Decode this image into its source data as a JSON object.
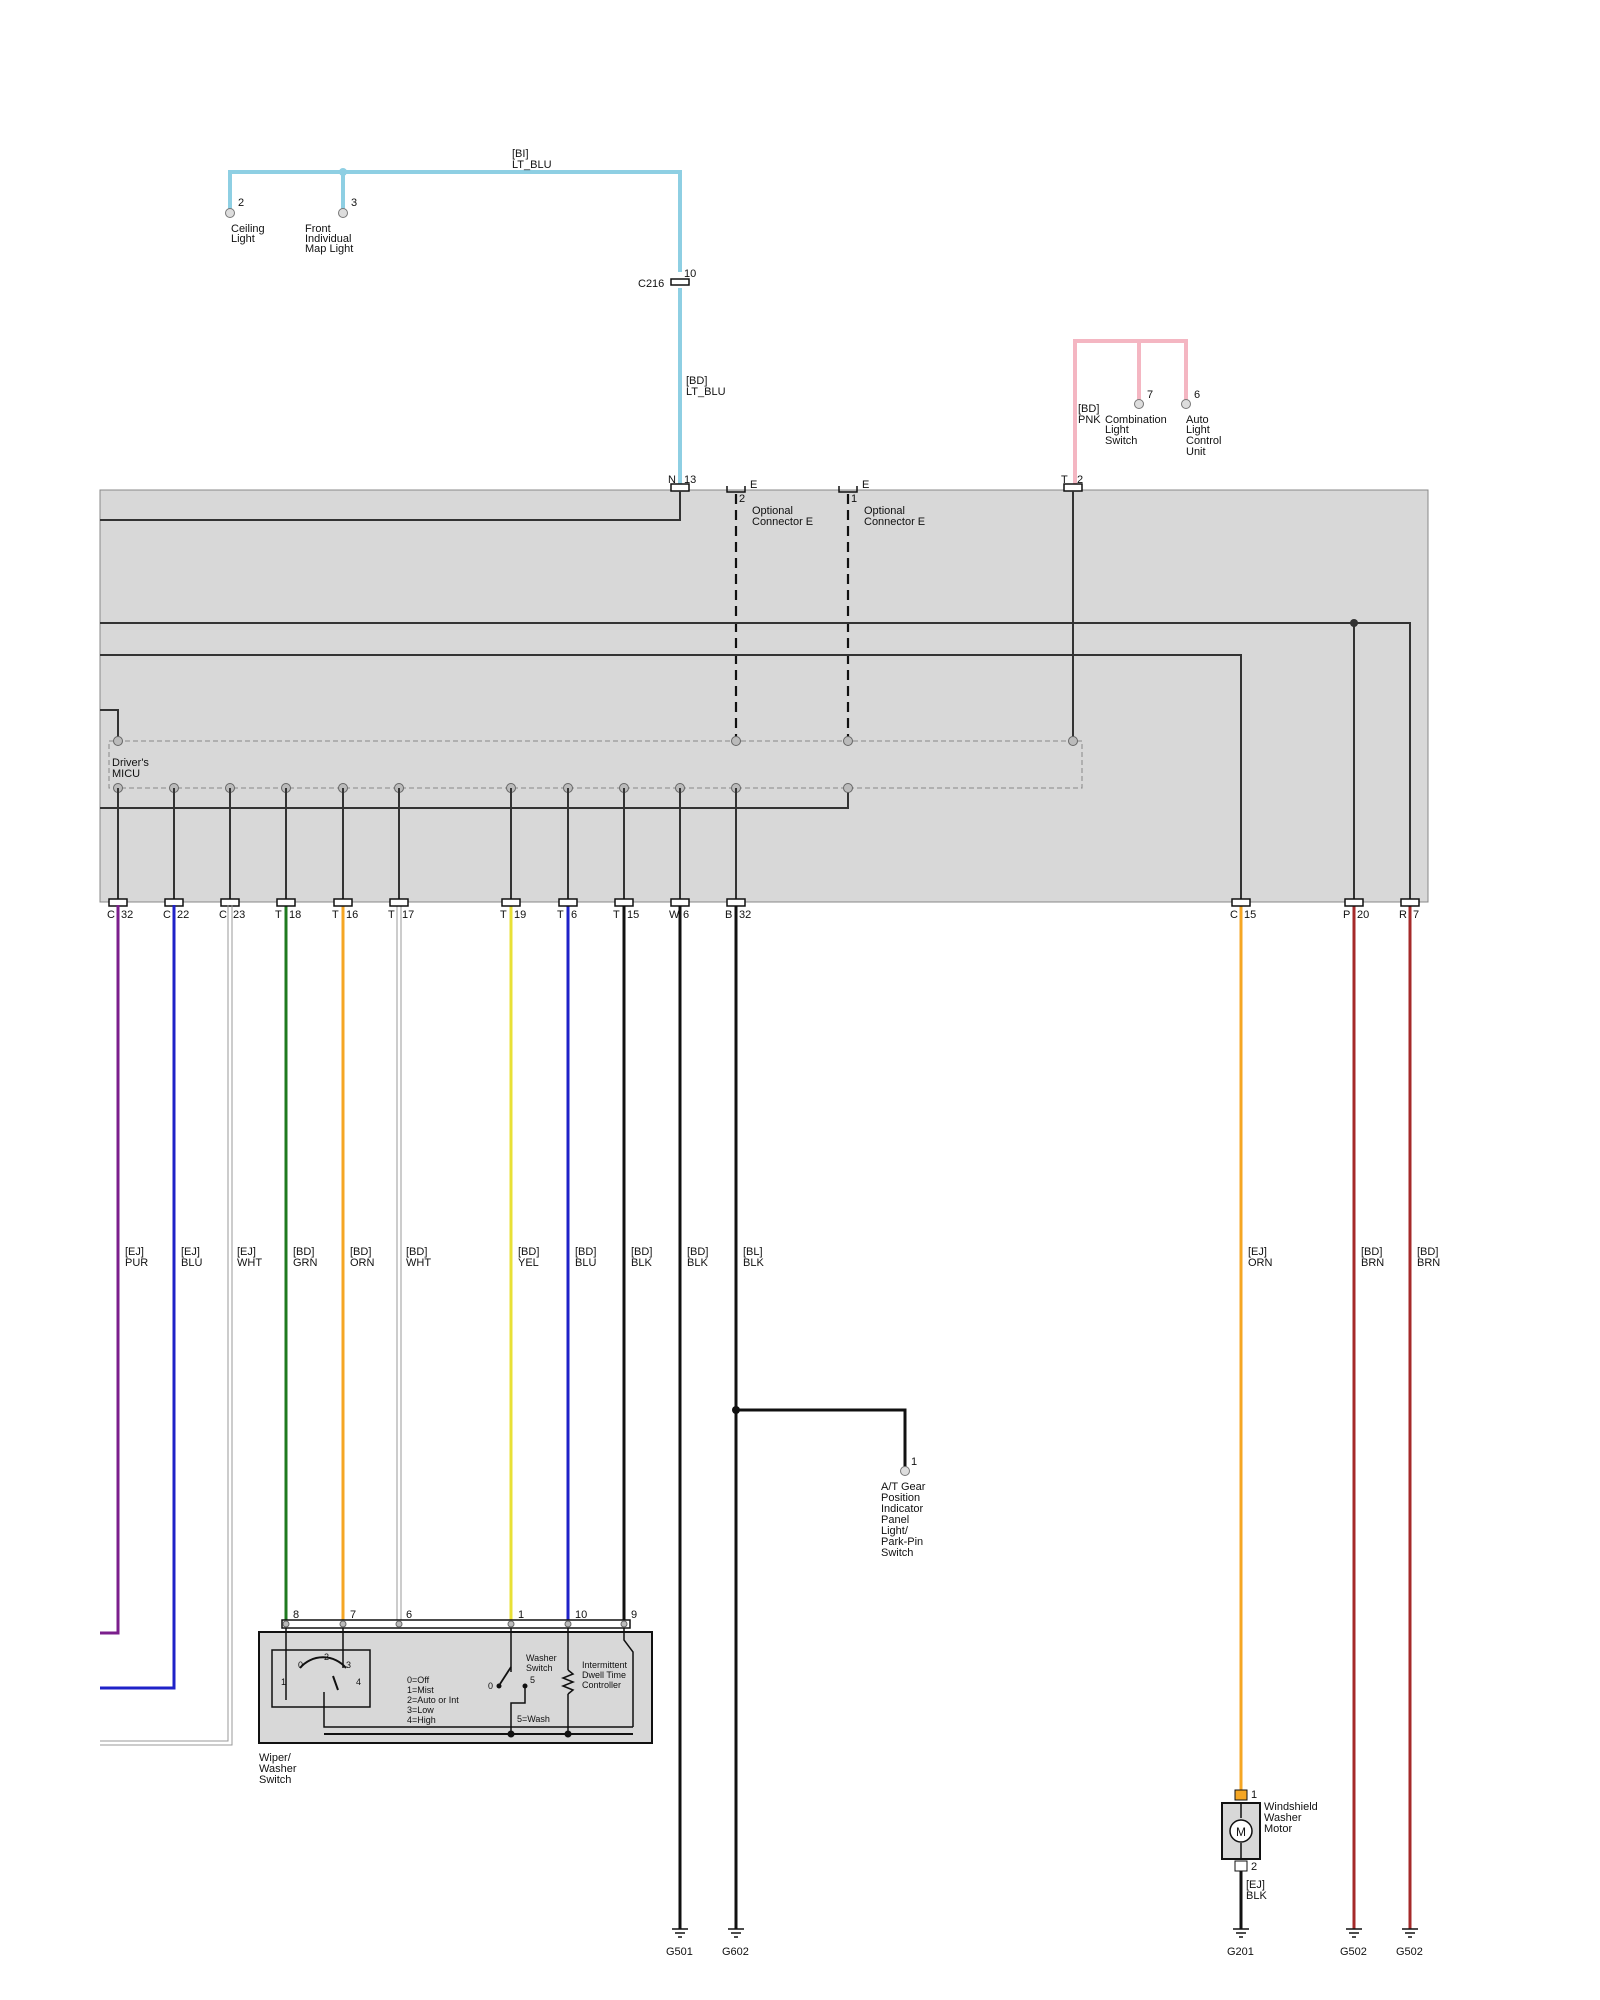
{
  "top": {
    "wire_code": "[BI]",
    "wire_color": "LT_BLU",
    "ceiling_pin": "2",
    "ceiling_label": [
      "Ceiling",
      "Light"
    ],
    "map_pin": "3",
    "map_label": [
      "Front",
      "Individual",
      "Map Light"
    ],
    "c216_label": "C216",
    "c216_pin": "10",
    "lower_wire_code": "[BD]",
    "lower_wire_color": "LT_BLU"
  },
  "pink": {
    "wire_code": "[BD]",
    "wire_color": "PNK",
    "combo_pin": "7",
    "combo_label": [
      "Combination",
      "Light",
      "Switch"
    ],
    "auto_pin": "6",
    "auto_label": [
      "Auto",
      "Light",
      "Control",
      "Unit"
    ]
  },
  "unit": {
    "micu_label": [
      "Driver's",
      "MICU"
    ],
    "top_pins": [
      {
        "conn": "N",
        "pin": "13"
      },
      {
        "conn": "E",
        "pin": "2"
      },
      {
        "conn": "E",
        "pin": "1"
      },
      {
        "conn": "T",
        "pin": "2"
      }
    ],
    "optional_label": [
      "Optional",
      "Connector E"
    ]
  },
  "bottom_pins": [
    {
      "conn": "C",
      "pin": "32"
    },
    {
      "conn": "C",
      "pin": "22"
    },
    {
      "conn": "C",
      "pin": "23"
    },
    {
      "conn": "T",
      "pin": "18"
    },
    {
      "conn": "T",
      "pin": "16"
    },
    {
      "conn": "T",
      "pin": "17"
    },
    {
      "conn": "T",
      "pin": "19"
    },
    {
      "conn": "T",
      "pin": "6"
    },
    {
      "conn": "T",
      "pin": "15"
    },
    {
      "conn": "W",
      "pin": "6"
    },
    {
      "conn": "B",
      "pin": "32"
    },
    {
      "conn": "C",
      "pin": "15"
    },
    {
      "conn": "P",
      "pin": "20"
    },
    {
      "conn": "R",
      "pin": "7"
    }
  ],
  "wire_labels": [
    {
      "code": "[EJ]",
      "color": "PUR"
    },
    {
      "code": "[EJ]",
      "color": "BLU"
    },
    {
      "code": "[EJ]",
      "color": "WHT"
    },
    {
      "code": "[BD]",
      "color": "GRN"
    },
    {
      "code": "[BD]",
      "color": "ORN"
    },
    {
      "code": "[BD]",
      "color": "WHT"
    },
    {
      "code": "[BD]",
      "color": "YEL"
    },
    {
      "code": "[BD]",
      "color": "BLU"
    },
    {
      "code": "[BD]",
      "color": "BLK"
    },
    {
      "code": "[BD]",
      "color": "BLK"
    },
    {
      "code": "[BL]",
      "color": "BLK"
    },
    {
      "code": "[EJ]",
      "color": "ORN"
    },
    {
      "code": "[BD]",
      "color": "BRN"
    },
    {
      "code": "[BD]",
      "color": "BRN"
    }
  ],
  "wire_hex": {
    "PUR": "#7b1f8c",
    "BLU": "#1f22c8",
    "WHT": "#aaaaaa",
    "GRN": "#1f7a1f",
    "ORN": "#f5a623",
    "YEL": "#e8e036",
    "BLK": "#111111",
    "BRN": "#a52a2a",
    "LT_BLU": "#8ecfe3",
    "PNK": "#f4b6c2",
    "UNIT_BG": "#d8d8d8"
  },
  "gear": {
    "pin": "1",
    "label": [
      "A/T Gear",
      "Position",
      "Indicator",
      "Panel",
      "Light/",
      "Park-Pin",
      "Switch"
    ]
  },
  "wiper": {
    "pins": [
      "8",
      "7",
      "6",
      "1",
      "10",
      "9"
    ],
    "label": [
      "Wiper/",
      "Washer",
      "Switch"
    ],
    "positions": [
      "0=Off",
      "1=Mist",
      "2=Auto or Int",
      "3=Low",
      "4=High"
    ],
    "washer_label": [
      "Washer",
      "Switch"
    ],
    "wash_text": "5=Wash",
    "dwell_label": [
      "Intermittent",
      "Dwell Time",
      "Controller"
    ],
    "switch_digits": [
      "0",
      "1",
      "2",
      "3",
      "4",
      "0",
      "5"
    ]
  },
  "motor": {
    "pin_top": "1",
    "pin_bottom": "2",
    "label": [
      "Windshield",
      "Washer",
      "Motor"
    ],
    "wire_code": "[EJ]",
    "wire_color": "BLK",
    "symbol": "M"
  },
  "grounds": [
    "G501",
    "G602",
    "G201",
    "G502",
    "G502"
  ]
}
